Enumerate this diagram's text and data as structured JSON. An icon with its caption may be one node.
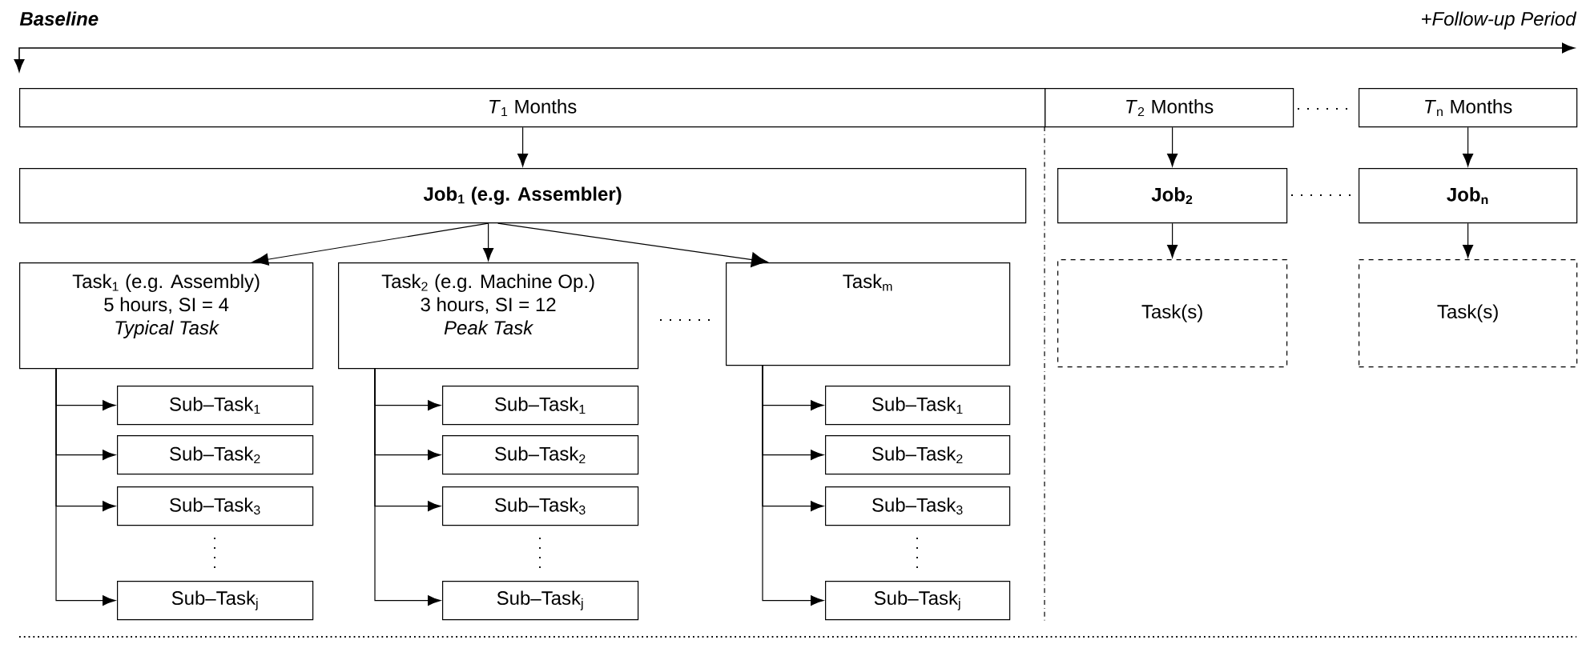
{
  "diagram": {
    "nodes": [
      {
        "text": [
          "*T*$_{1}$ Months"
        ]
      },
      {
        "text": [
          "*T*$_{2}$ Months"
        ]
      },
      {
        "text": [
          "*T*$_{n}$ Months"
        ]
      },
      {
        "text": [
          "Job$_{1}$ (e.g. Assembler)"
        ]
      },
      {
        "text": [
          "Job$_{2}$"
        ]
      },
      {
        "text": [
          "Job$_{n}$"
        ]
      },
      {
        "text": [
          "Task$_{1}$ (e.g. Assembly)",
          "5 hours, SI = 4",
          "Typical Task"
        ]
      },
      {
        "text": [
          "Task$_{2}$ (e.g. Machine Op.)",
          "3 hours, SI = 12",
          "Peak Task"
        ]
      },
      {
        "text": [
          "Task$_{m}$"
        ]
      },
      {
        "text": [
          "Task(s)"
        ]
      },
      {
        "text": [
          "Task(s)"
        ]
      },
      {
        "text": [
          "Sub–Task$_{1}$"
        ]
      },
      {
        "text": [
          "Sub–Task$_{2}$"
        ]
      },
      {
        "text": [
          "Sub–Task$_{3}$"
        ]
      },
      {
        "text": [
          "Sub–Task$_{j}$"
        ]
      },
      {
        "text": [
          "Sub–Task$_{1}$"
        ]
      },
      {
        "text": [
          "Sub–Task$_{2}$"
        ]
      },
      {
        "text": [
          "Sub–Task$_{3}$"
        ]
      },
      {
        "text": [
          "Sub–Task$_{j}$"
        ]
      },
      {
        "text": [
          "Sub–Task$_{1}$"
        ]
      },
      {
        "text": [
          "Sub–Task$_{2}$"
        ]
      },
      {
        "text": [
          "Sub–Task$_{3}$"
        ]
      },
      {
        "text": [
          "Sub–Task$_{j}$"
        ]
      }
    ],
    "edges": [
      {
        "from": 0,
        "to": 3,
        "arrow": "to"
      },
      {
        "from": 1,
        "to": 4,
        "arrow": "to"
      },
      {
        "from": 2,
        "to": 5,
        "arrow": "to"
      },
      {
        "from": 3,
        "to": 6,
        "arrow": "to"
      },
      {
        "from": 3,
        "to": 7,
        "arrow": "to"
      },
      {
        "from": 3,
        "to": 8,
        "arrow": "to"
      },
      {
        "from": 4,
        "to": 9,
        "arrow": "to"
      },
      {
        "from": 5,
        "to": 10,
        "arrow": "to"
      },
      {
        "from": 6,
        "to": 11,
        "arrow": "to"
      },
      {
        "from": 6,
        "to": 12,
        "arrow": "to"
      },
      {
        "from": 6,
        "to": 13,
        "arrow": "to"
      },
      {
        "from": 6,
        "to": 14,
        "arrow": "to"
      },
      {
        "from": 7,
        "to": 15,
        "arrow": "to"
      },
      {
        "from": 7,
        "to": 16,
        "arrow": "to"
      },
      {
        "from": 7,
        "to": 17,
        "arrow": "to"
      },
      {
        "from": 7,
        "to": 18,
        "arrow": "to"
      },
      {
        "from": 8,
        "to": 19,
        "arrow": "to"
      },
      {
        "from": 8,
        "to": 20,
        "arrow": "to"
      },
      {
        "from": 8,
        "to": 21,
        "arrow": "to"
      },
      {
        "from": 8,
        "to": 22,
        "arrow": "to"
      }
    ],
    "labels": [
      "Baseline",
      "+Follow-up Period"
    ]
  }
}
